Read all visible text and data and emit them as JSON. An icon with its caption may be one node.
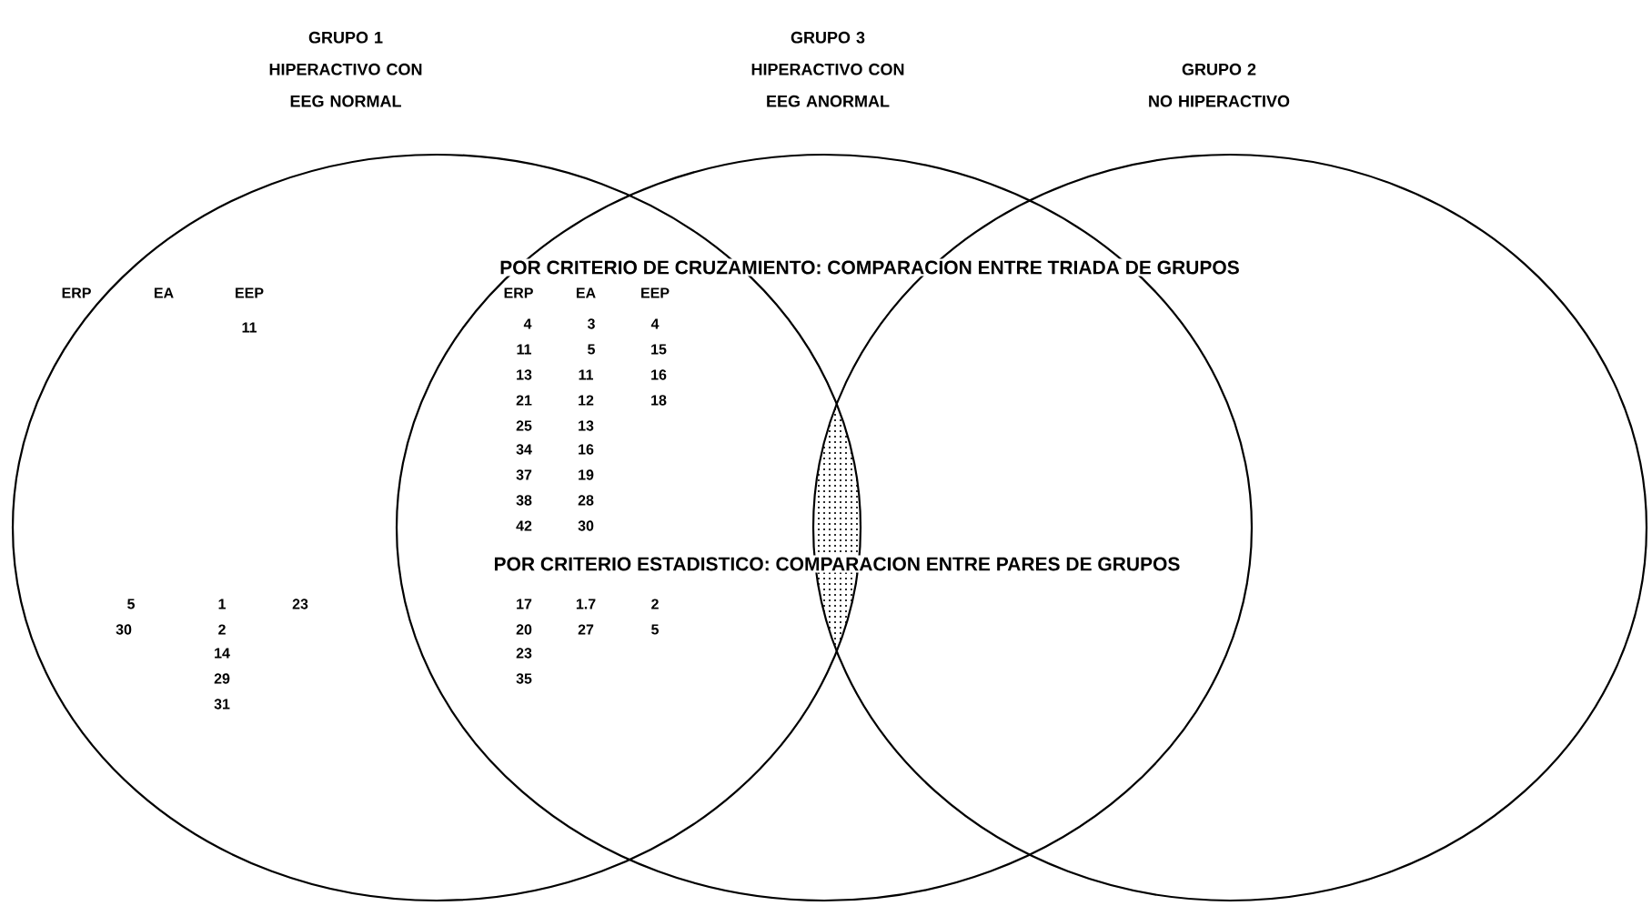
{
  "diagram": {
    "nodes": [
      {
        "text": [
          "GRUPO 1",
          "HIPERACTIVO CON EEG NORMAL"
        ]
      },
      {
        "text": [
          "GRUPO 3",
          "HIPERACTIVO CON EEG ANORMAL"
        ]
      },
      {
        "text": [
          "GRUPO 2",
          "NO HIPERACTIVO"
        ]
      }
    ],
    "labels": [
      "POR CRITERIO DE CRUZAMIENTO: COMPARACION ENTRE TRIADA DE GRUPOS",
      "ERP",
      "EA",
      "EEP",
      "ERP",
      "EA",
      "EEP",
      "11",
      "4",
      "3",
      "4",
      "11",
      "5",
      "15",
      "13",
      "11",
      "16",
      "21",
      "12",
      "18",
      "25",
      "13",
      "34",
      "16",
      "37",
      "19",
      "38",
      "28",
      "42",
      "30",
      "POR CRITERIO ESTADISTICO: COMPARACION ENTRE PARES DE GRUPOS",
      "5",
      "1",
      "23",
      "17",
      "1.7",
      "2",
      "30",
      "2",
      "20",
      "27",
      "5",
      "14",
      "23",
      "29",
      "35",
      "31"
    ]
  }
}
